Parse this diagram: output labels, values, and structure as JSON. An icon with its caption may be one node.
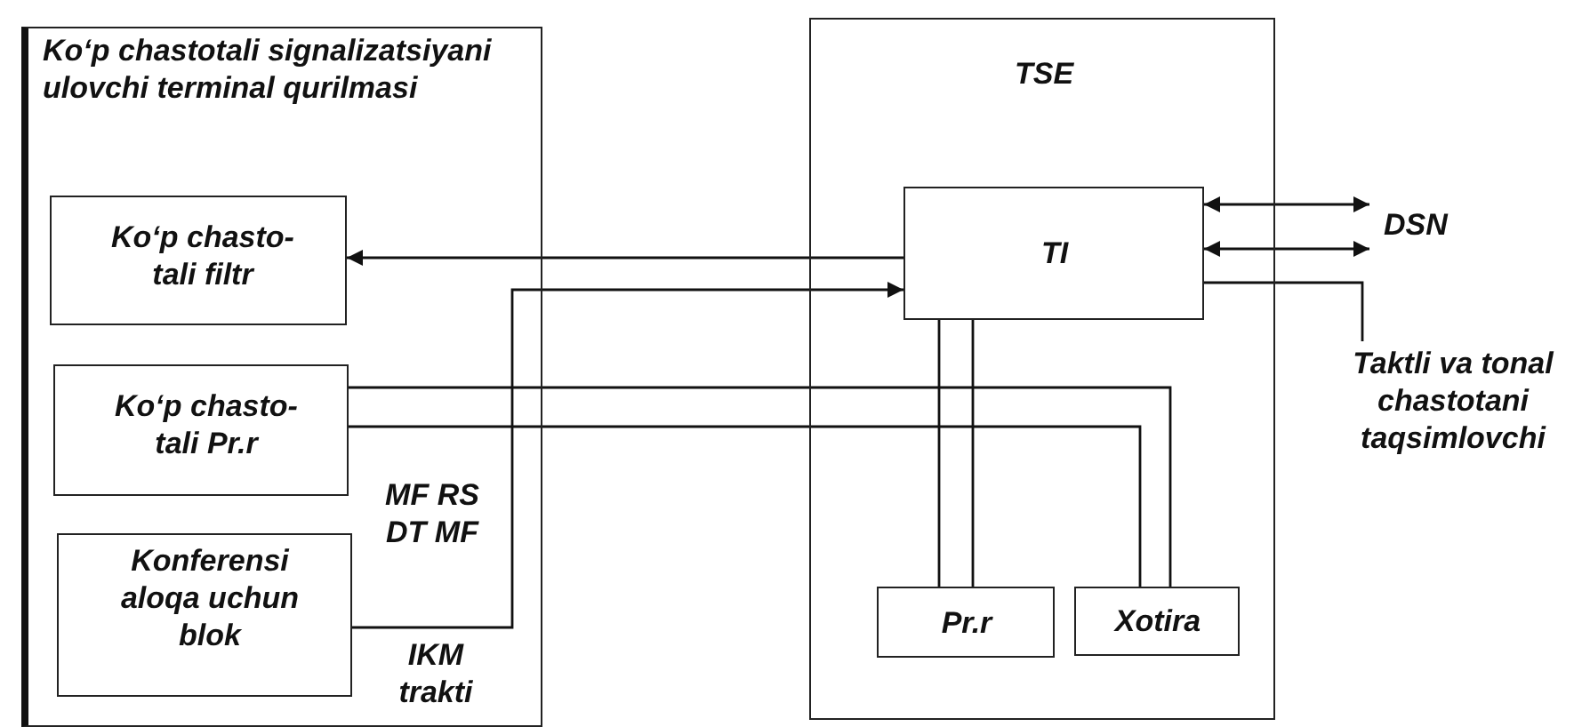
{
  "diagram": {
    "nodes": [
      {
        "text": [
          "Ko‘p chastotali signalizatsiyani ulovchi terminal qurilmasi"
        ]
      },
      {
        "text": [
          "Ko‘p chasto- tali filtr"
        ],
        "in": 0
      },
      {
        "text": [
          "Ko‘p chasto- tali Pr.r"
        ],
        "in": 0
      },
      {
        "text": [
          "Konferensi aloqa uchun blok"
        ],
        "in": 0
      },
      {
        "text": [
          "TSE"
        ]
      },
      {
        "text": [
          "TI"
        ],
        "in": 4
      },
      {
        "text": [
          "Pr.r"
        ],
        "in": 4
      },
      {
        "text": [
          "Xotira"
        ],
        "in": 4
      },
      {
        "text": [
          "DSN"
        ]
      },
      {
        "text": [
          "Taktli va tonal chastotani taqsimlovchi"
        ]
      }
    ],
    "edges": [
      {
        "from": 5,
        "to": 1,
        "arrow": "to"
      },
      {
        "from": 3,
        "to": 5,
        "arrow": "to"
      },
      {
        "from": 2,
        "to": 7,
        "arrow": "none"
      },
      {
        "from": 2,
        "to": 7,
        "arrow": "none"
      },
      {
        "from": 5,
        "to": 6,
        "arrow": "none"
      },
      {
        "from": 5,
        "to": 6,
        "arrow": "none"
      },
      {
        "from": 5,
        "to": 8,
        "arrow": "both"
      },
      {
        "from": 5,
        "to": 8,
        "arrow": "both"
      },
      {
        "from": 5,
        "to": 9,
        "arrow": "none"
      }
    ],
    "labels": [
      "MF RS DT MF",
      "IKM trakti"
    ]
  }
}
